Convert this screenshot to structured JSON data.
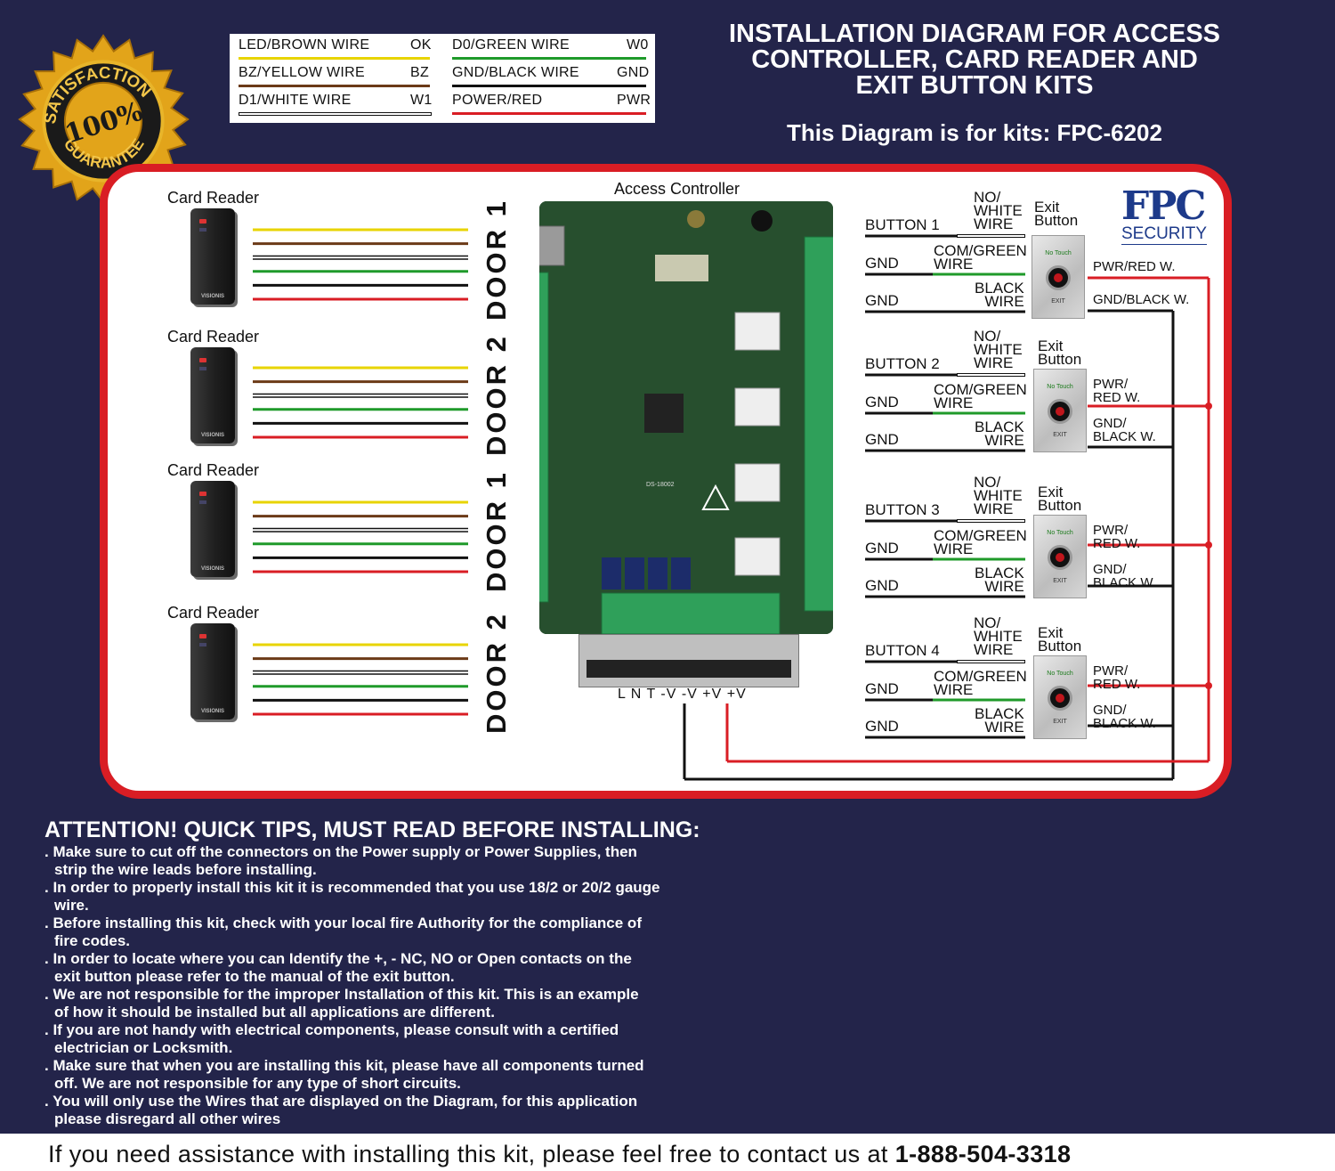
{
  "legend": [
    {
      "label": "LED/BROWN WIRE",
      "code": "OK",
      "color": "#e8d400"
    },
    {
      "label": "D0/GREEN WIRE",
      "code": "W0",
      "color": "#1f9a2a"
    },
    {
      "label": "BZ/YELLOW WIRE",
      "code": "BZ",
      "color": "#6b3a17"
    },
    {
      "label": "GND/BLACK WIRE",
      "code": "GND",
      "color": "#111111"
    },
    {
      "label": "D1/WHITE WIRE",
      "code": "W1",
      "color": "#ffffff"
    },
    {
      "label": "POWER/RED",
      "code": "PWR",
      "color": "#d91d24"
    }
  ],
  "seal": {
    "top": "SATISFACTION",
    "center": "100%",
    "bottom": "GUARANTEE"
  },
  "title": {
    "line1": "INSTALLATION DIAGRAM FOR ACCESS",
    "line2": "CONTROLLER,  CARD READER AND",
    "line3": "EXIT BUTTON KITS"
  },
  "subtitle": "This Diagram is for kits: FPC-6202",
  "controller": {
    "label": "Access Controller",
    "power_terminals": "L  N  T  -V -V +V +V",
    "model": "DS-18002"
  },
  "card_reader_label": "Card Reader",
  "reader_brand": "VISIONIS",
  "doors": [
    "DOOR 1",
    "DOOR 2",
    "DOOR 1",
    "DOOR 2"
  ],
  "wire_colors": {
    "yellow": "#e8d400",
    "brown": "#6b3a17",
    "white": "#ffffff",
    "green": "#1f9a2a",
    "black": "#111111",
    "red": "#d91d24"
  },
  "buttons": [
    {
      "name": "BUTTON 1",
      "no": "NO/\nWHITE\nWIRE",
      "com": "COM/GREEN\nWIRE",
      "black": "BLACK\nWIRE",
      "gnd": "GND",
      "exit": "Exit\nButton",
      "pwr": "PWR/RED W.",
      "gndw": "GND/BLACK W."
    },
    {
      "name": "BUTTON 2",
      "no": "NO/\nWHITE\nWIRE",
      "com": "COM/GREEN\nWIRE",
      "black": "BLACK\nWIRE",
      "gnd": "GND",
      "exit": "Exit\nButton",
      "pwr": "PWR/\nRED W.",
      "gndw": "GND/\nBLACK W."
    },
    {
      "name": "BUTTON 3",
      "no": "NO/\nWHITE\nWIRE",
      "com": "COM/GREEN\nWIRE",
      "black": "BLACK\nWIRE",
      "gnd": "GND",
      "exit": "Exit\nButton",
      "pwr": "PWR/\nRED W.",
      "gndw": "GND/\nBLACK W."
    },
    {
      "name": "BUTTON 4",
      "no": "NO/\nWHITE\nWIRE",
      "com": "COM/GREEN\nWIRE",
      "black": "BLACK\nWIRE",
      "gnd": "GND",
      "exit": "Exit\nButton",
      "pwr": "PWR/\nRED W.",
      "gndw": "GND/\nBLACK W."
    }
  ],
  "exit_button_text": {
    "top": "No Touch",
    "bottom": "EXIT"
  },
  "logo": {
    "main": "FPC",
    "sub": "SECURITY"
  },
  "tips_title": "ATTENTION! QUICK TIPS, MUST READ BEFORE INSTALLING:",
  "tips": [
    [
      ". Make sure to cut off the connectors on the Power supply or Power Supplies, then",
      "strip the wire leads before installing."
    ],
    [
      ". In order to properly install this kit it is recommended that you use 18/2 or 20/2 gauge",
      "wire."
    ],
    [
      ". Before installing this kit, check with your local fire Authority for the compliance of",
      "fire codes."
    ],
    [
      ". In order to locate where you can Identify the +, -  NC, NO or Open contacts on the",
      "exit button please refer to the manual of the exit button."
    ],
    [
      ". We are not responsible for the improper Installation of this kit. This is an example",
      "of how it should be installed but all applications are different."
    ],
    [
      ". If you are not handy with electrical components, please consult with a certified",
      "electrician or Locksmith."
    ],
    [
      ". Make sure that when you are installing this kit, please have all components turned",
      "off. We are not responsible for any type of short circuits."
    ],
    [
      ". You will only use the Wires that are displayed on the Diagram, for this application",
      "please disregard all other wires"
    ]
  ],
  "footer": {
    "text": "If you need assistance with installing this kit, please feel free to contact us at ",
    "phone": "1-888-504-3318"
  }
}
